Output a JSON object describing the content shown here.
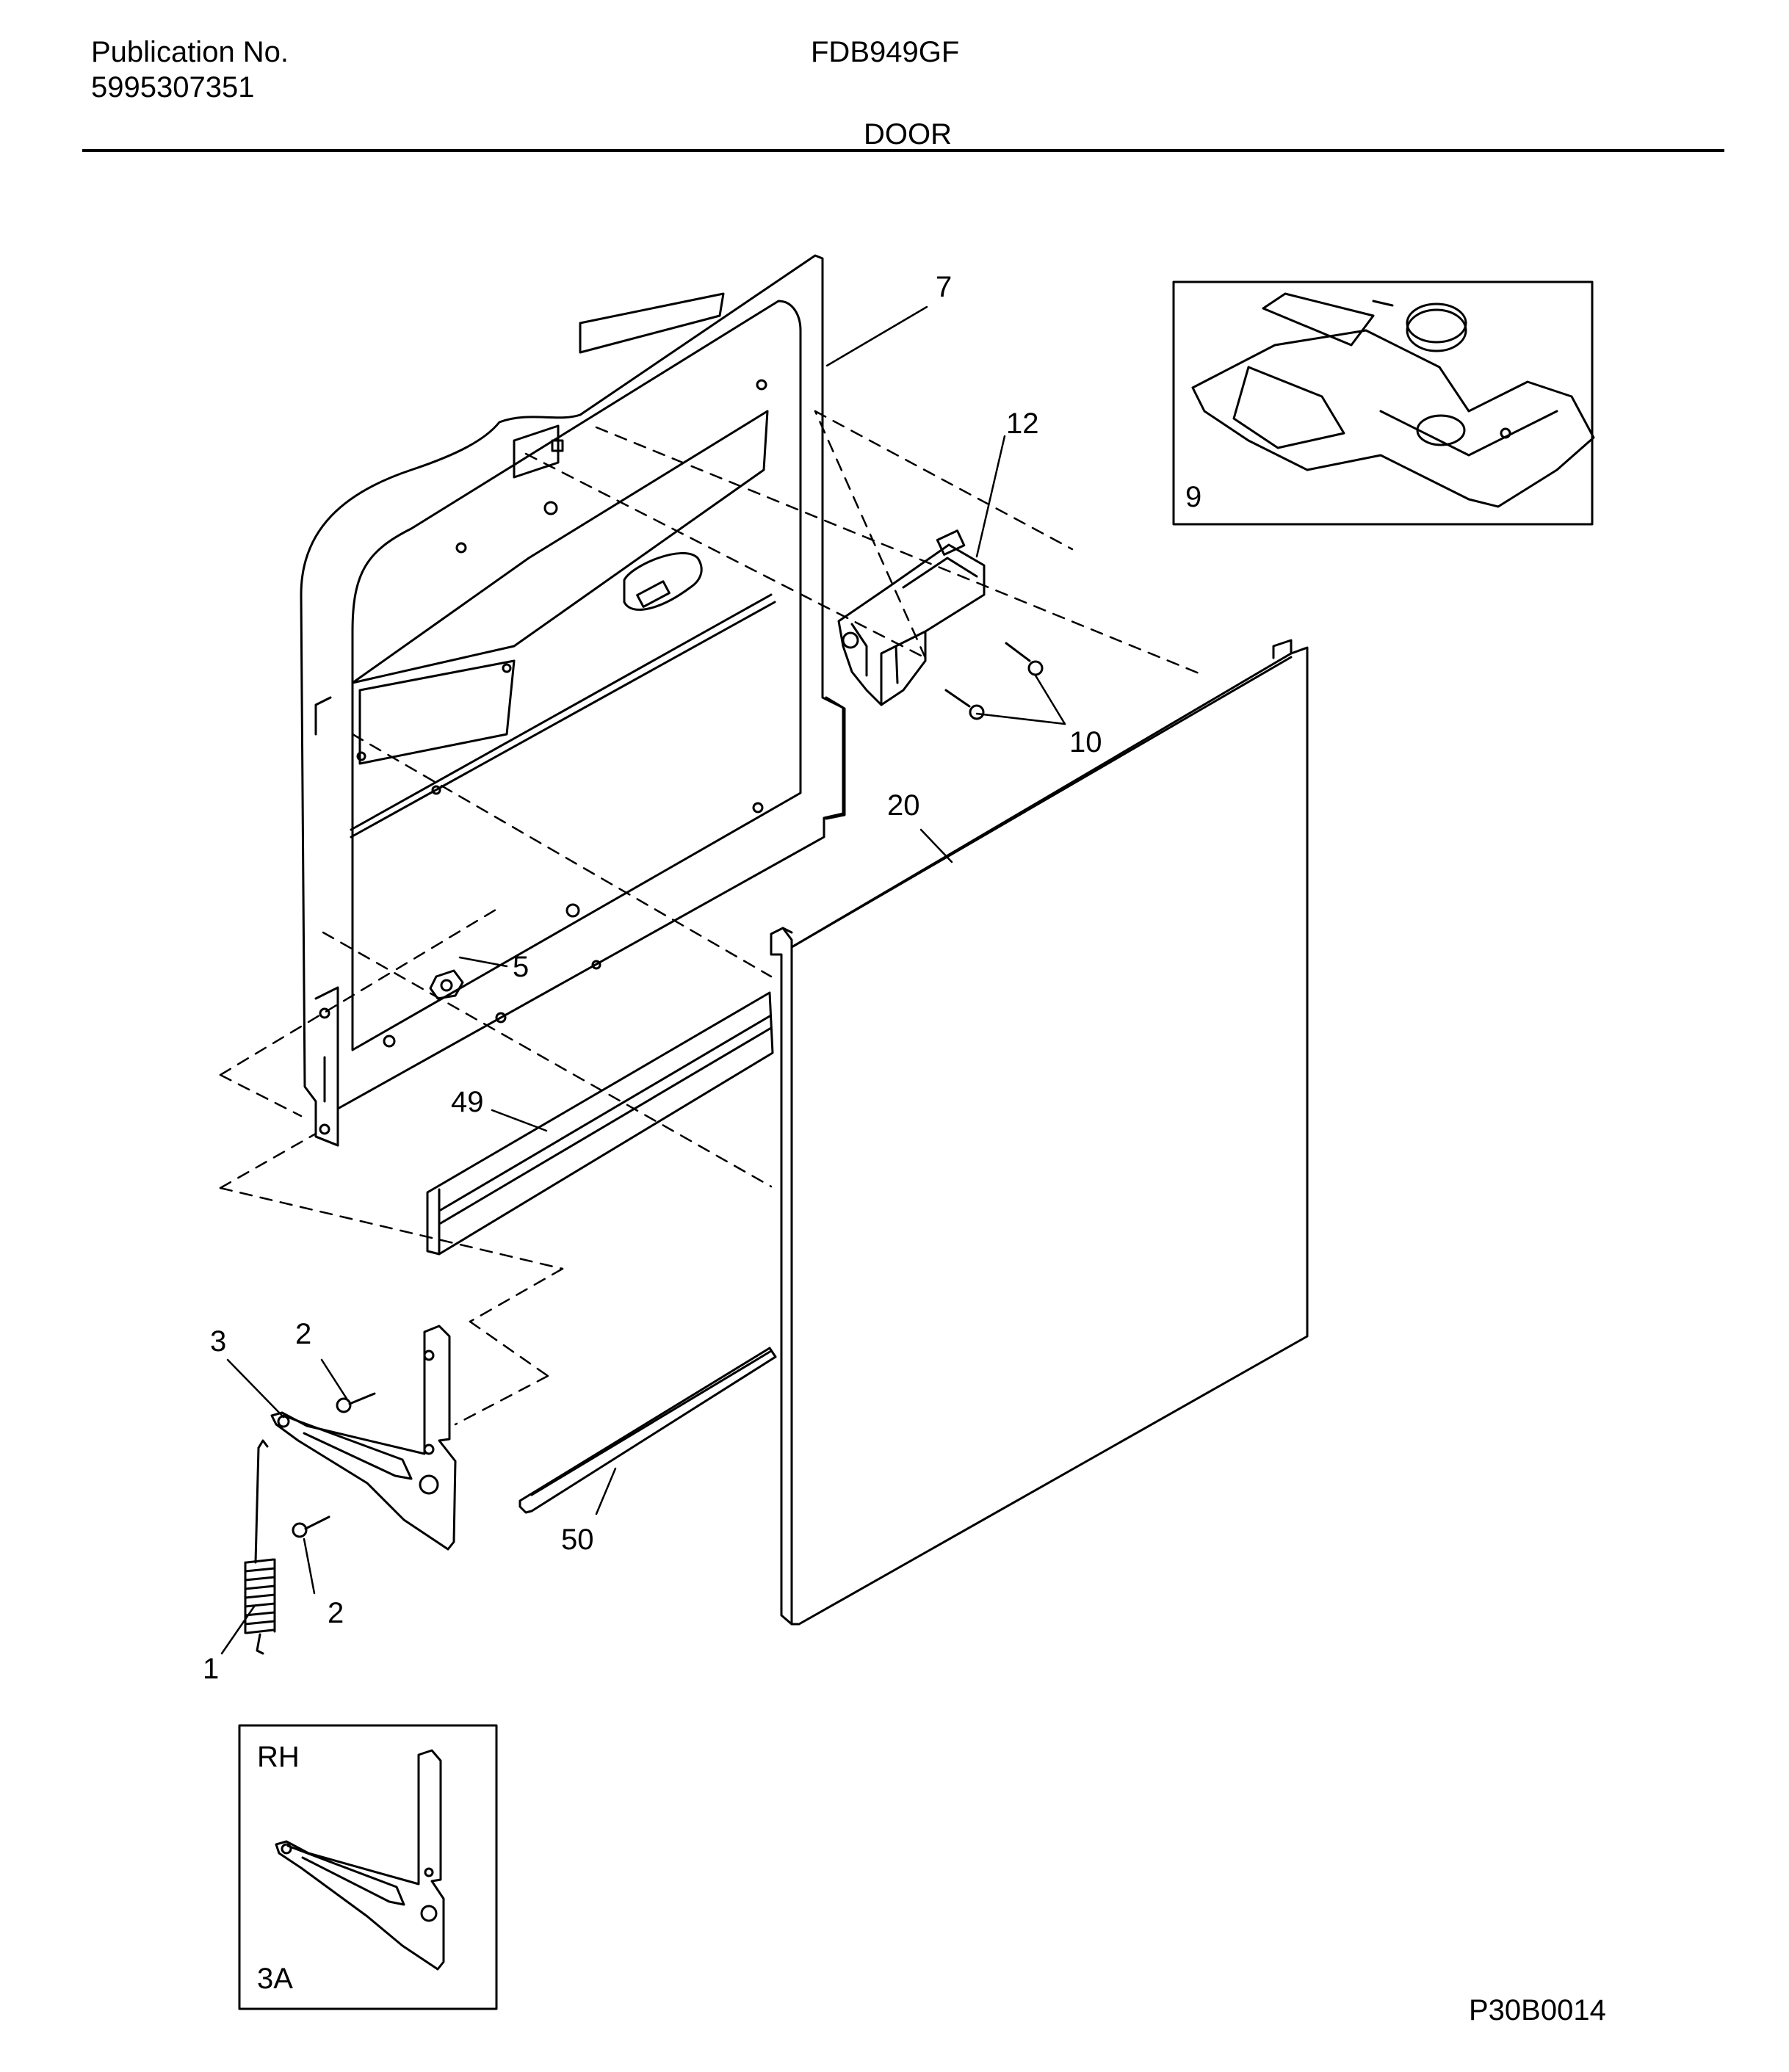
{
  "header": {
    "publication_label": "Publication No.",
    "publication_number": "5995307351",
    "model": "FDB949GF",
    "section": "DOOR"
  },
  "callouts": {
    "p7": "7",
    "p12": "12",
    "p9": "9",
    "p10": "10",
    "p20": "20",
    "p5": "5",
    "p49": "49",
    "p3": "3",
    "p2a": "2",
    "p2b": "2",
    "p50": "50",
    "p1": "1"
  },
  "inset_rh": {
    "side": "RH",
    "part": "3A"
  },
  "footer": {
    "drawing_number": "P30B0014"
  }
}
